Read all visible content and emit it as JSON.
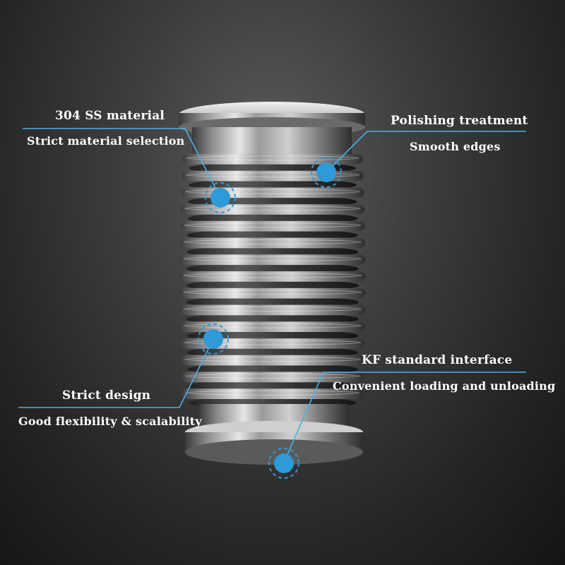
{
  "callouts": [
    {
      "title": "304 SS material",
      "subtitle": "Strict material selection"
    },
    {
      "title": "Polishing treatment",
      "subtitle": "Smooth edges"
    },
    {
      "title": "Strict design",
      "subtitle": "Good flexibility & scalability"
    },
    {
      "title": "KF standard interface",
      "subtitle": "Convenient loading and unloading"
    }
  ],
  "colors": {
    "accent_dot": "#2e9ad8",
    "callout_line": "#4ab0e8",
    "background": "#2a2a2a",
    "text": "#ffffff"
  },
  "icons": {
    "marker": "hotspot-dot-icon"
  }
}
